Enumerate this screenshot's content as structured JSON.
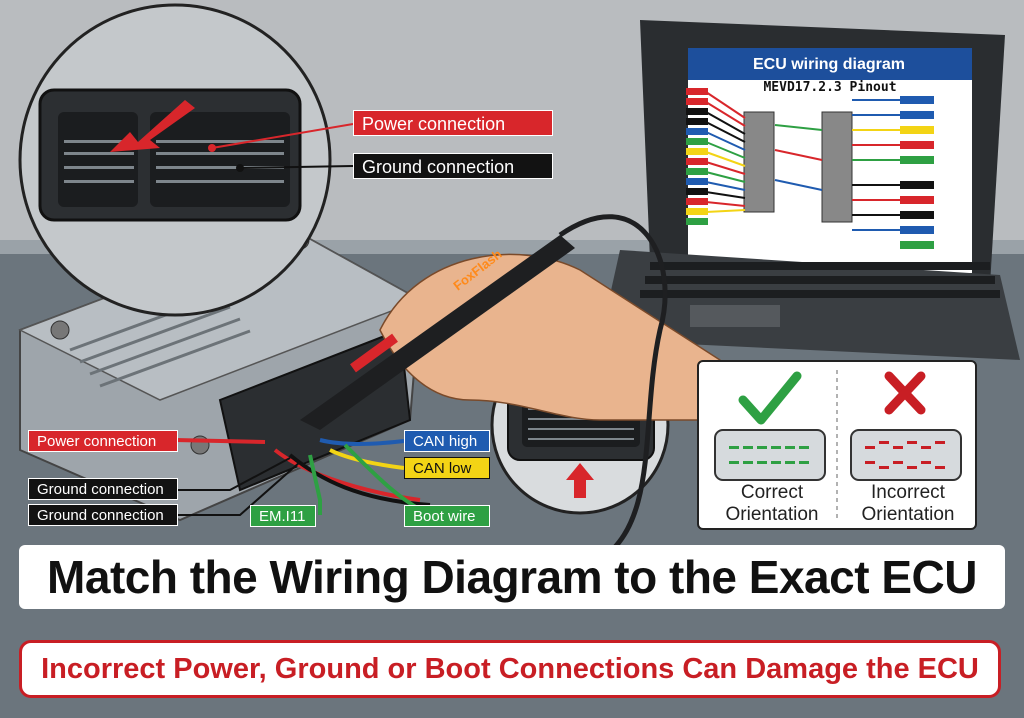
{
  "callouts": {
    "power_top": "Power connection",
    "ground_top": "Ground connection",
    "power_left": "Power connection",
    "ground_left_1": "Ground connection",
    "ground_left_2": "Ground connection",
    "can_high": "CAN high",
    "can_low": "CAN low",
    "boot_wire": "Boot wire",
    "pin_label": "EM.Ι11"
  },
  "laptop_screen": {
    "title": "ECU wiring diagram",
    "subtitle": "MEVD17.2.3 Pinout"
  },
  "probe_brand": "FoxFlash",
  "orientation": {
    "correct_line1": "Correct",
    "correct_line2": "Orientation",
    "incorrect_line1": "Incorrect",
    "incorrect_line2": "Orientation"
  },
  "title": "Match the Wiring Diagram to the Exact ECU",
  "warning": "Incorrect Power, Ground or Boot Connections Can Damage the ECU",
  "colors": {
    "power": "#d8262b",
    "ground": "#121212",
    "can_high": "#1f5bb0",
    "can_low": "#f3d415",
    "boot": "#2ea043",
    "warning": "#c81e24",
    "screen_header": "#1d4f9c"
  }
}
